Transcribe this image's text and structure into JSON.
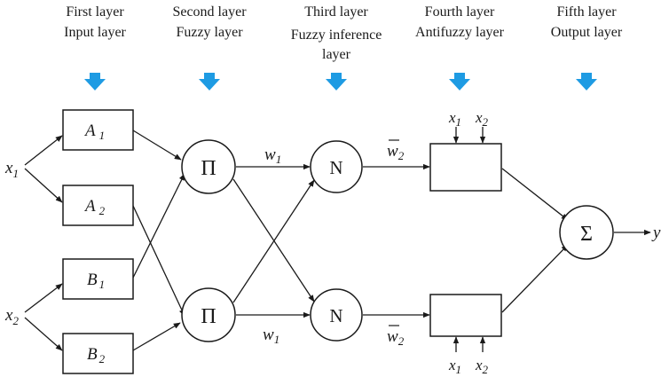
{
  "layers": [
    {
      "line1": "First layer",
      "line2": "Input layer",
      "line3": ""
    },
    {
      "line1": "Second layer",
      "line2": "Fuzzy layer",
      "line3": ""
    },
    {
      "line1": "Third layer",
      "line2": "Fuzzy inference",
      "line3": "layer"
    },
    {
      "line1": "Fourth layer",
      "line2": "Antifuzzy layer",
      "line3": ""
    },
    {
      "line1": "Fifth layer",
      "line2": "Output layer",
      "line3": ""
    }
  ],
  "inputs": {
    "x1": {
      "base": "x",
      "sub": "1"
    },
    "x2": {
      "base": "x",
      "sub": "2"
    }
  },
  "membership": {
    "A1": {
      "base": "A",
      "sub": "1"
    },
    "A2": {
      "base": "A",
      "sub": "2"
    },
    "B1": {
      "base": "B",
      "sub": "1"
    },
    "B2": {
      "base": "B",
      "sub": "2"
    }
  },
  "nodes": {
    "product_symbol": "Π",
    "normalize_symbol": "N",
    "sum_symbol": "Σ"
  },
  "weights": {
    "w_top": {
      "base": "w",
      "sub": "1"
    },
    "w_bottom": {
      "base": "w",
      "sub": "1"
    },
    "wbar_top": {
      "base": "w",
      "sub": "2"
    },
    "wbar_bottom": {
      "base": "w",
      "sub": "2"
    }
  },
  "output": "y",
  "arrow_color": "#1e9be3"
}
